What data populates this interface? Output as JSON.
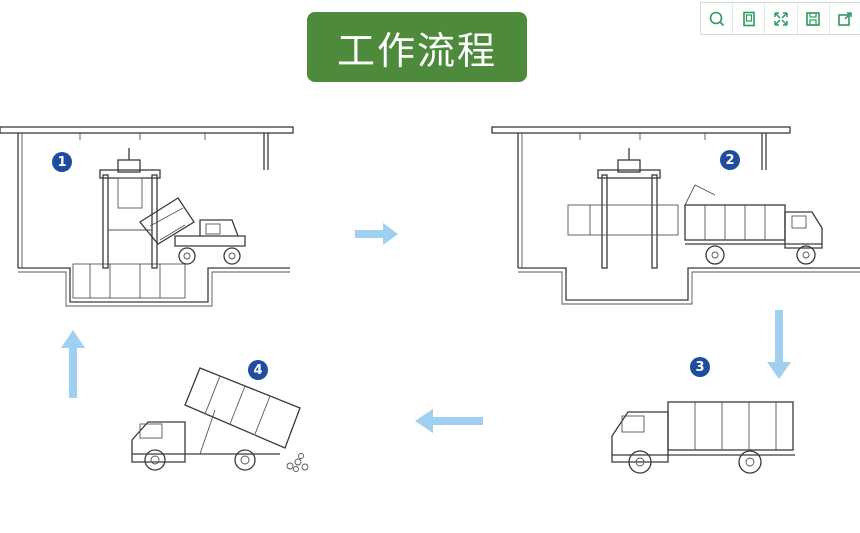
{
  "title": "工作流程",
  "steps": [
    {
      "number": "1"
    },
    {
      "number": "2"
    },
    {
      "number": "3"
    },
    {
      "number": "4"
    }
  ],
  "toolbar": {
    "icons": [
      "zoom-icon",
      "page-icon",
      "fullscreen-icon",
      "save-icon",
      "external-icon"
    ]
  },
  "colors": {
    "title_bg": "#4d8a3c",
    "badge": "#1e4d9c",
    "arrow": "#9fd0ef"
  }
}
